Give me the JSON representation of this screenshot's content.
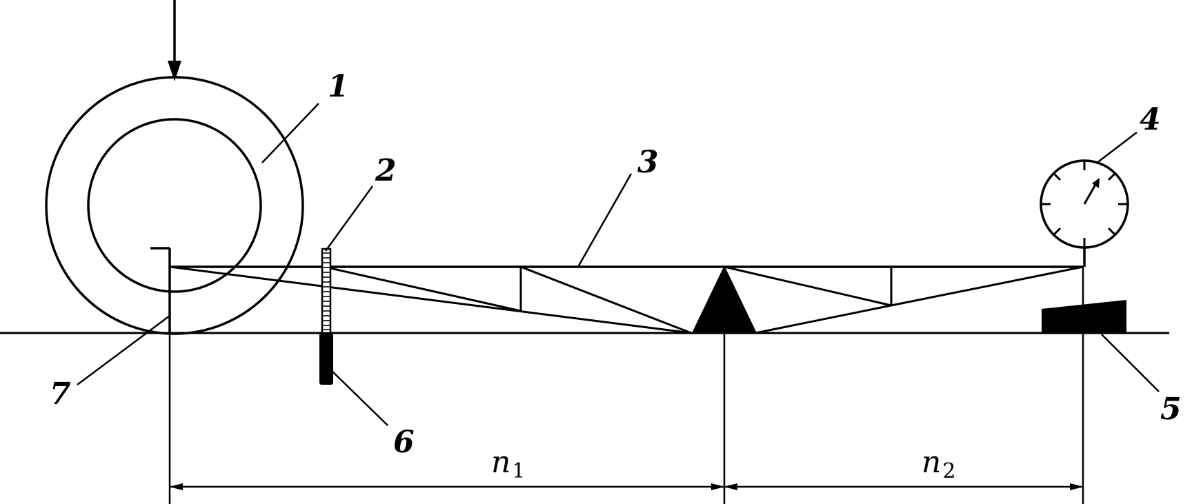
{
  "labels": {
    "wheel": "1",
    "scale_rod": "2",
    "beam": "3",
    "dial_gauge": "4",
    "base_block": "5",
    "stand": "6",
    "probe": "7"
  },
  "dimensions": {
    "n1_symbol": "n",
    "n1_sub": "1",
    "n2_symbol": "n",
    "n2_sub": "2"
  },
  "colors": {
    "ink": "#000000",
    "background": "#ffffff"
  }
}
